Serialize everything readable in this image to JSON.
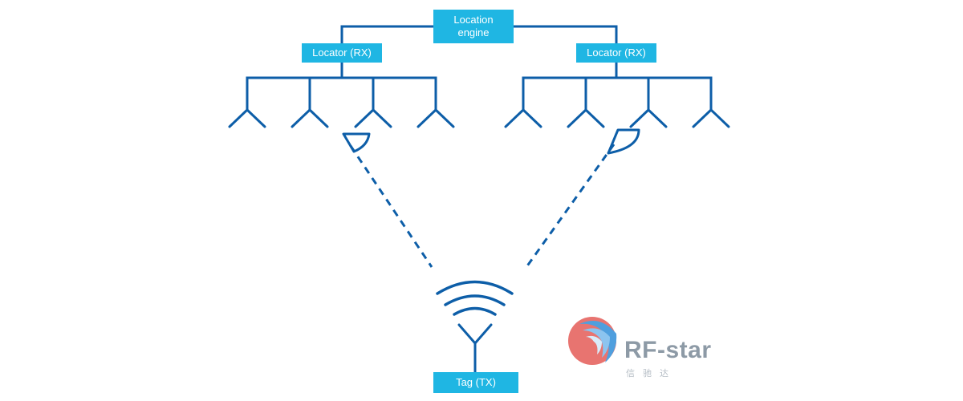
{
  "boxes": {
    "location_engine": "Location\nengine",
    "locator_left": "Locator (RX)",
    "locator_right": "Locator (RX)",
    "tag": "Tag (TX)"
  },
  "logo": {
    "name": "RF-star",
    "subtitle": "信驰达"
  },
  "colors": {
    "line": "#0d5ea8",
    "box_fill": "#1fb6e3",
    "box_text": "#ffffff",
    "logo_text": "#8d9aa6",
    "logo_red": "#e36a6a",
    "logo_blue": "#5fa8e0"
  },
  "icons": [
    "antenna-icon",
    "signal-waves-icon",
    "angle-arc-icon",
    "rf-star-logo-icon"
  ]
}
